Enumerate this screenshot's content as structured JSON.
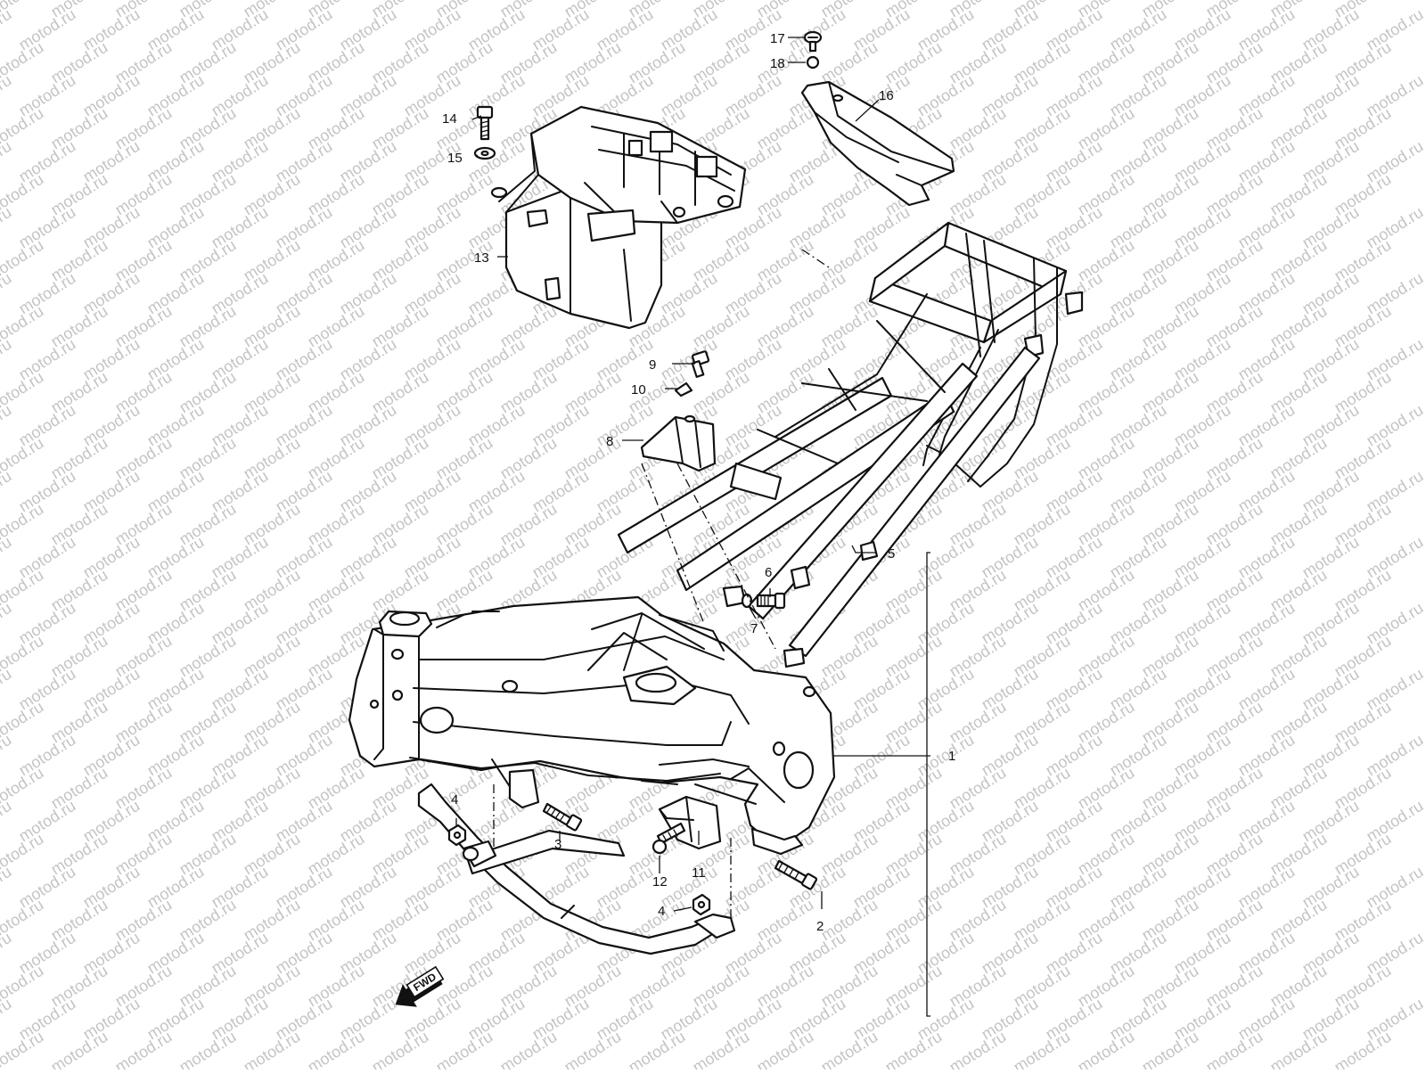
{
  "watermark": {
    "text": "motod.ru"
  },
  "diagram": {
    "callouts": [
      "1",
      "2",
      "3",
      "4",
      "4",
      "5",
      "6",
      "7",
      "8",
      "9",
      "10",
      "11",
      "12",
      "13",
      "14",
      "15",
      "16",
      "17",
      "18"
    ],
    "forward_label": "FWD"
  }
}
